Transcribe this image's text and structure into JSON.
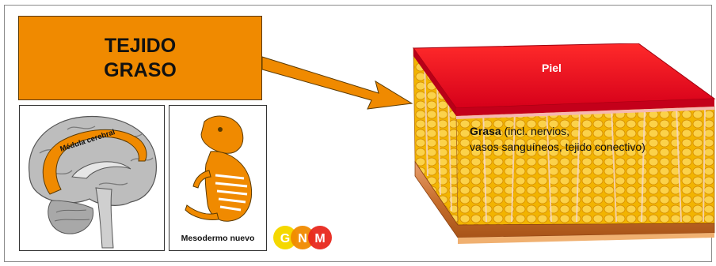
{
  "title": "TEJIDO\nGRASO",
  "brain": {
    "label": "Médula cerebral"
  },
  "embryo": {
    "label": "Mesodermo nuevo"
  },
  "logo": {
    "letters": [
      "G",
      "N",
      "M"
    ],
    "colors": [
      "#f5d800",
      "#f08a00",
      "#e8281e"
    ]
  },
  "tissue": {
    "skin_label": "Piel",
    "fat_label_bold": "Grasa",
    "fat_label_rest_line1": " (incl. nervios,",
    "fat_label_line2": "vasos sanguíneos, tejido conectivo)"
  },
  "colors": {
    "accent_orange": "#f08a00",
    "skin_red": "#e8001c",
    "fat_yellow": "#f5b400"
  }
}
